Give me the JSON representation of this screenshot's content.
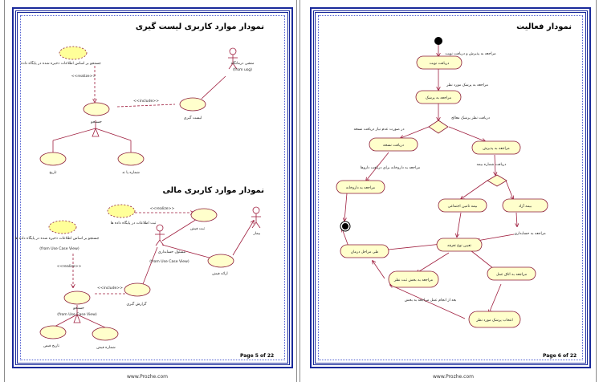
{
  "left_page": {
    "usecase_diagram_1": {
      "title": "نمودار موارد کاربری لیست گیری",
      "actor_clinic": "منشی درمانگاه",
      "actor_clinic_sub": "(from usg)",
      "note": "جستجو بر اساس اطلاعات ذخیره شده در پایگاه داده",
      "realize": "<<realize>>",
      "include": "<<include>>",
      "uc_search": "جستجو",
      "uc_list": "لیست گیری",
      "uc_date": "تاریخ",
      "uc_file_no": "شماره پا ند"
    },
    "usecase_diagram_2": {
      "title": "نمودار موارد کاربری مالی",
      "note_top": "ثبت اطلاعات در پایگاه داده ها",
      "realize_1": "<<realize>>",
      "uc_register_receipt": "ثبت فیش",
      "actor_patient": "بیمار",
      "actor_financial": "مسئول حسابداری",
      "actor_financial_sub": "(from Use Case View)",
      "uc_invoice": "ارائه فیش",
      "note_left": "جستجو بر اساس اطلاعات ذخیره شده در پایگاه داده ها",
      "note_left_sub": "(from Use Case View)",
      "realize_2": "<<realize>>",
      "include": "<<include>>",
      "uc_search": "جستجو",
      "uc_search_sub": "(from Use Case View)",
      "uc_report": "گزارش گیری",
      "uc_receipt_date": "تاریخ قبض",
      "uc_receipt_no": "شماره فیش"
    },
    "page_number": "Page 5 of 22",
    "footer": "www.Prozhe.com"
  },
  "right_page": {
    "activity_diagram": {
      "title": "نمودار فعالیت",
      "label_receive_shift": "مراجعه به پذیرش و دریافت نوبت",
      "node_shift": "دریافت نوبت",
      "label_to_doctor": "مراجعه به پزشک مورد نظر",
      "node_doctor": "مراجعه به پزشک",
      "label_opinion": "دریافت نظر پزشک معالج",
      "label_no_need": "در صورت عدم نیاز دریافت نسخه",
      "node_prescription": "دریافت نسخه",
      "node_admission": "مراجعه به پذیرش",
      "label_pharmacy": "مراجعه به داروخانه برای دریافت داروها",
      "label_insurance": "دریافت شماره بیمه",
      "node_pharmacy": "مراجعه به داروخانه",
      "node_social_insurance": "بیمه تامین اجتماعی",
      "node_free": "بیمه آزاد",
      "label_accounting": "مراجعه به حسابداری",
      "node_tariff": "تعیین نوع تعرفه",
      "node_treatment": "طی مراحل درمان",
      "node_ward": "مراجعه به بخش ثبت نظر",
      "node_surgery_room": "مراجعه به اتاق عمل",
      "label_after_op": "بعد از انجام عمل مراجعه به بخش",
      "node_choose_doctor": "انتخاب پزشک مورد نظر"
    },
    "page_number": "Page 6 of 22",
    "footer": "www.Prozhe.com"
  },
  "colors": {
    "frame": "#1a2a9a",
    "node_fill": "#ffffcc",
    "node_stroke": "#8b1a3a",
    "edge": "#a02040",
    "note_fill": "#ffff99"
  }
}
